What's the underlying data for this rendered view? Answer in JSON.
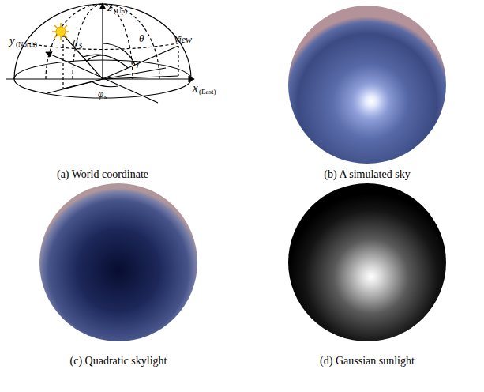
{
  "diagram": {
    "labels": [
      "z",
      "(Up)",
      "y",
      "(North)",
      "x",
      "(East)",
      "θ",
      "S",
      "θ",
      "γ",
      "View",
      "φ",
      "s",
      "(a) World coordinate",
      "(b) A simulated sky",
      "(c) Quadratic skylight",
      "(d) Gaussian sunlight"
    ]
  }
}
